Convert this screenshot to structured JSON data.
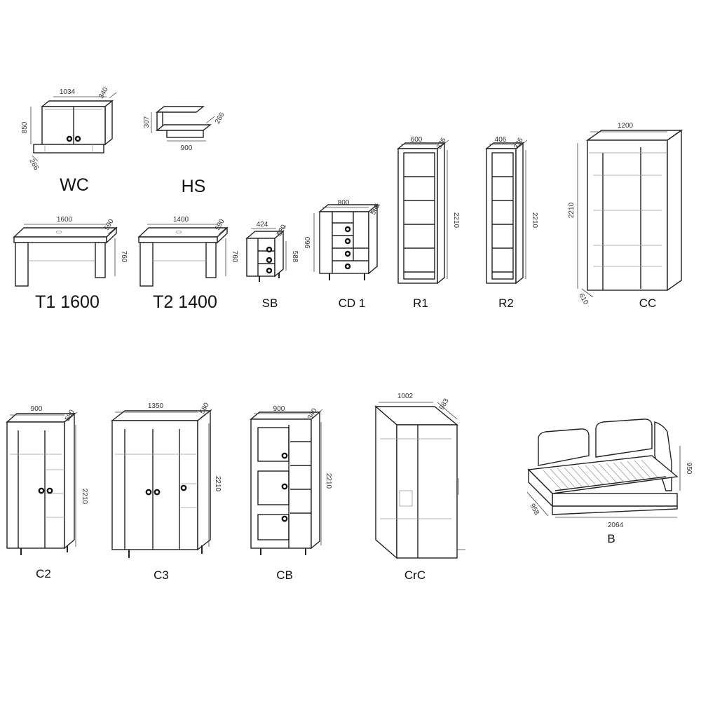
{
  "items": [
    {
      "id": "wc",
      "label": "WC",
      "dims": [
        "1034",
        "340",
        "850",
        "266"
      ]
    },
    {
      "id": "hs",
      "label": "HS",
      "dims": [
        "307",
        "266",
        "900"
      ]
    },
    {
      "id": "t1",
      "label": "T1 1600",
      "dims": [
        "1600",
        "590",
        "760"
      ]
    },
    {
      "id": "t2",
      "label": "T2 1400",
      "dims": [
        "1400",
        "590",
        "760"
      ]
    },
    {
      "id": "sb",
      "label": "SB",
      "dims": [
        "424",
        "520",
        "588"
      ]
    },
    {
      "id": "cd1",
      "label": "CD 1",
      "dims": [
        "800",
        "505",
        "960"
      ]
    },
    {
      "id": "r1",
      "label": "R1",
      "dims": [
        "600",
        "336",
        "2210"
      ]
    },
    {
      "id": "r2",
      "label": "R2",
      "dims": [
        "406",
        "336",
        "2210"
      ]
    },
    {
      "id": "cc",
      "label": "CC",
      "dims": [
        "1200",
        "2210",
        "610"
      ]
    },
    {
      "id": "c2",
      "label": "C2",
      "dims": [
        "900",
        "580",
        "2210"
      ]
    },
    {
      "id": "c3",
      "label": "C3",
      "dims": [
        "1350",
        "580",
        "2210"
      ]
    },
    {
      "id": "cb",
      "label": "CB",
      "dims": [
        "900",
        "340",
        "2210"
      ]
    },
    {
      "id": "crc",
      "label": "CrC",
      "dims": [
        "1002",
        "983"
      ]
    },
    {
      "id": "b",
      "label": "B",
      "dims": [
        "950",
        "958",
        "2064"
      ]
    }
  ]
}
